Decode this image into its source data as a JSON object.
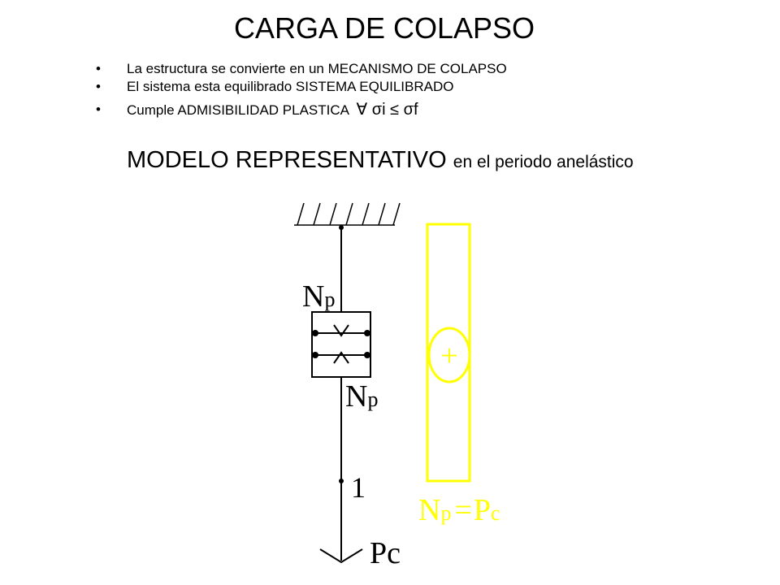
{
  "slide": {
    "title": "CARGA DE COLAPSO",
    "bullet_char": "•",
    "bullets": [
      "La estructura se convierte en un MECANISMO DE COLAPSO",
      "El sistema esta equilibrado SISTEMA EQUILIBRADO",
      "Cumple ADMISIBILIDAD PLASTICA"
    ],
    "bullet3_symbols": "∀ σi ≤ σf",
    "subtitle_main": "MODELO REPRESENTATIVO",
    "subtitle_small": "en el periodo anelástico"
  },
  "diagram": {
    "np_N": "N",
    "np_sub": "p",
    "node_label": "1",
    "load_label": "Pc",
    "plus_sign": "+",
    "eq_N": "N",
    "eq_p": "p",
    "eq_sign": "=",
    "eq_P": "P",
    "eq_c": "c",
    "yellow": "#ffff00"
  }
}
